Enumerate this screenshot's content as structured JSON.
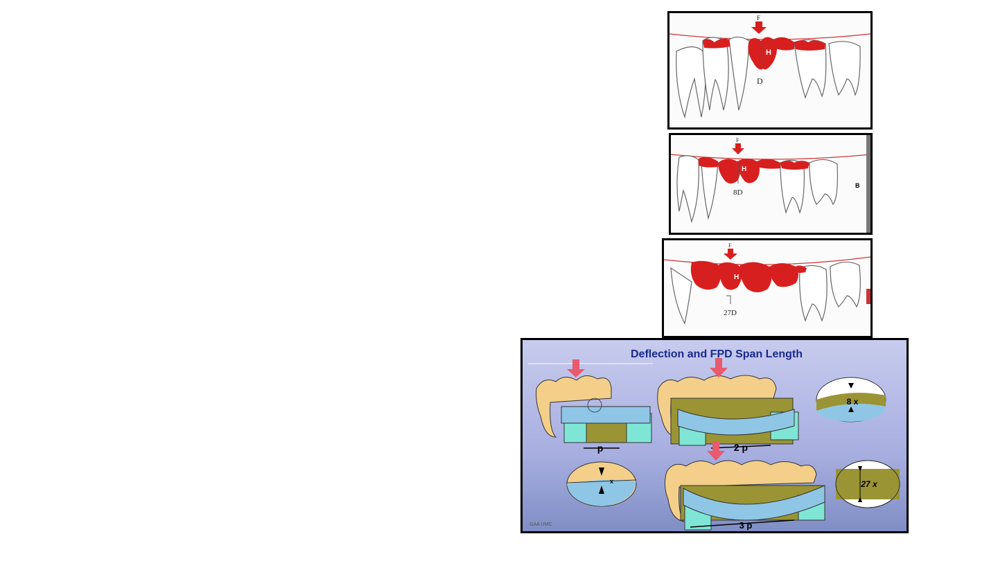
{
  "panel1": {
    "force_label": "F",
    "h_label": "H",
    "deflection_label": "D"
  },
  "panel2": {
    "force_label": "F",
    "h_label": "H",
    "deflection_label": "8D",
    "side_label": "B"
  },
  "panel3": {
    "force_label": "F",
    "h_label": "H",
    "deflection_label": "27D"
  },
  "panel4": {
    "title": "Deflection and FPD Span Length",
    "span_1": "p",
    "span_2": "2 p",
    "span_3": "3 p",
    "zoom_2": "8 x",
    "zoom_3": "27 x",
    "zoom_1": "x",
    "credit": "GAA UMC"
  },
  "colors": {
    "pontic_red": "#d81f1f",
    "gold": "#f3cf8a",
    "beam_blue": "#8fc6e6",
    "olive": "#9a9434",
    "cyan": "#7fe6d6",
    "navy_title": "#1a2a8c"
  }
}
